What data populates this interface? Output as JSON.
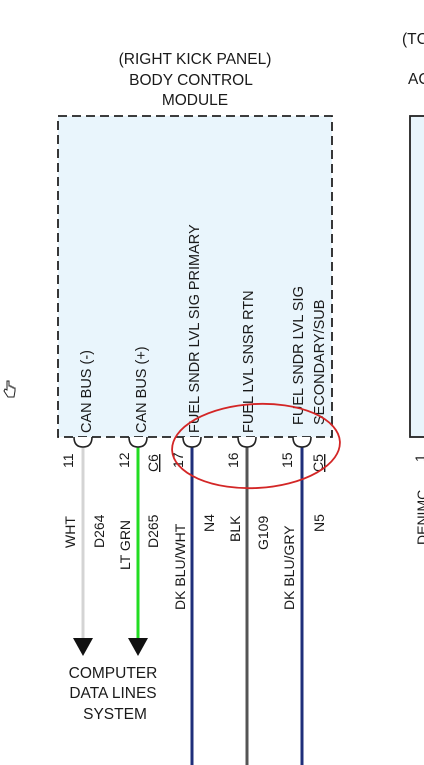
{
  "module": {
    "title_lines": [
      "(RIGHT KICK PANEL)",
      "BODY CONTROL",
      "MODULE"
    ],
    "fill": "#e9f5fc"
  },
  "right_module": {
    "title_lines": [
      "(TC",
      "AC"
    ],
    "label": "DENIMC"
  },
  "pins": [
    {
      "name": "CAN BUS (-)",
      "pin": "11",
      "connector": "",
      "color_code": "WHT",
      "circuit": "D264",
      "wire_color": "#d4d4d4"
    },
    {
      "name": "CAN BUS (+)",
      "pin": "12",
      "connector": "C6",
      "color_code": "LT GRN",
      "circuit": "D265",
      "wire_color": "#22dd22"
    },
    {
      "name": "FUEL SNDR LVL SIG PRIMARY",
      "pin": "17",
      "connector": "",
      "color_code": "DK BLU/WHT",
      "circuit": "N4",
      "wire_color": "#1f2f7a"
    },
    {
      "name": "FUEL LVL SNSR RTN",
      "pin": "16",
      "connector": "",
      "color_code": "BLK",
      "circuit": "G109",
      "wire_color": "#555555"
    },
    {
      "name_lines": [
        "FUEL SNDR LVL SIG",
        "SECONDARY/SUB"
      ],
      "pin": "15",
      "connector": "C5",
      "color_code": "DK BLU/GRY",
      "circuit": "N5",
      "wire_color": "#1f2f7a"
    }
  ],
  "destination": {
    "lines": [
      "COMPUTER",
      "DATA LINES",
      "SYSTEM"
    ]
  },
  "annotation": {
    "color": "#d32626"
  },
  "icons": {
    "cursor": "pointer-hand-icon"
  }
}
